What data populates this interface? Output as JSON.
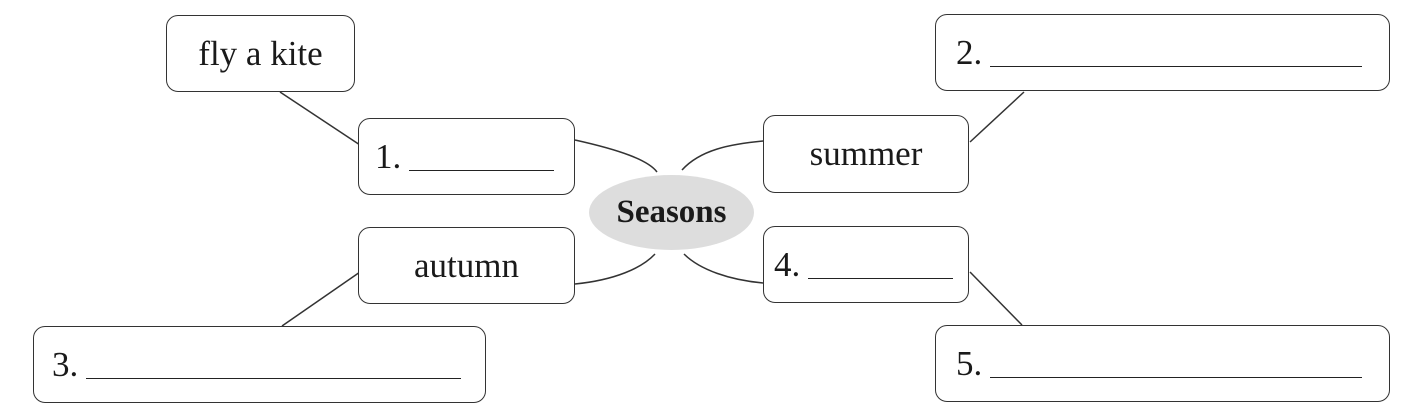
{
  "center": {
    "label": "Seasons"
  },
  "activity": {
    "text": "fly a kite"
  },
  "seasons": {
    "item1": {
      "number": "1."
    },
    "summer": {
      "text": "summer"
    },
    "autumn": {
      "text": "autumn"
    },
    "item4": {
      "number": "4."
    }
  },
  "activities": {
    "item2": {
      "number": "2."
    },
    "item3": {
      "number": "3."
    },
    "item5": {
      "number": "5."
    }
  },
  "colors": {
    "hub_fill": "#dddddd",
    "line": "#333333"
  }
}
